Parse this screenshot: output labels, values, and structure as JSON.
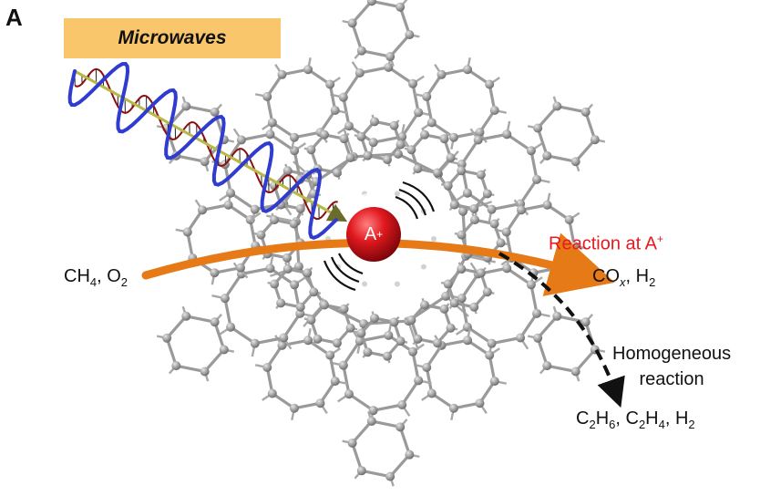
{
  "panel_label": "A",
  "microwaves_label": "Microwaves",
  "cation": {
    "base": "A",
    "charge": "+"
  },
  "reaction_at": {
    "text": "Reaction at A",
    "charge": "+"
  },
  "feed": {
    "a": "CH",
    "a_sub": "4",
    "sep": ", O",
    "b_sub": "2"
  },
  "products_catalytic": {
    "a": "CO",
    "a_sub": "x",
    "sep": ", H",
    "b_sub": "2"
  },
  "homogeneous": {
    "line1": "Homogeneous",
    "line2": "reaction"
  },
  "products_homogeneous": {
    "p1": "C",
    "p1_s1": "2",
    "p1_m": "H",
    "p1_s2": "6",
    "sep1": ", C",
    "p2_s1": "2",
    "p2_m": "H",
    "p2_s2": "4",
    "sep2": ", H",
    "p3_s": "2"
  },
  "colors": {
    "microwave_box": "#f9c66b",
    "wave_blue": "#2f3ccf",
    "wave_red": "#8a1010",
    "arrow_orange": "#e67a17",
    "cation_red": "#e0191f",
    "reaction_text": "#e8191f",
    "framework_gray": "#8e8e8e"
  }
}
